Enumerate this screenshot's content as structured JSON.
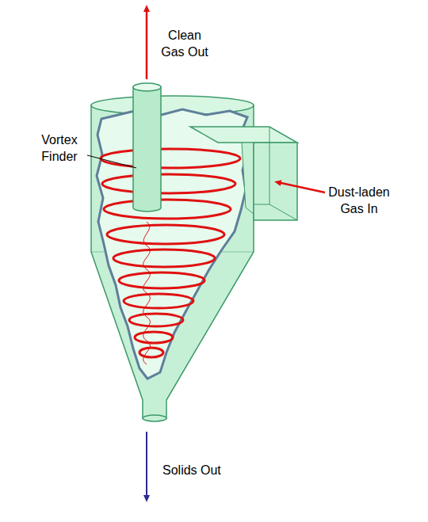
{
  "diagram": {
    "labels": [
      "Clean Gas Out",
      "Vortex Finder",
      "Dust-laden Gas In",
      "Solids Out"
    ]
  }
}
